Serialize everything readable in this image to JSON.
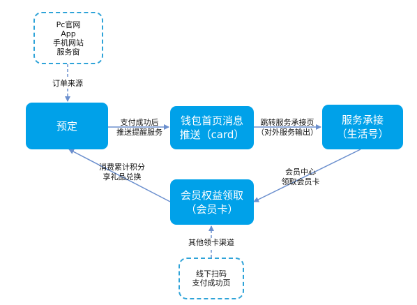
{
  "colors": {
    "node_fill": "#00a1e9",
    "node_text": "#ffffff",
    "connector": "#6b8fce",
    "dashed_border": "#2ea3d8",
    "label_text": "#111111"
  },
  "top_source": {
    "lines": [
      "Pc官网",
      "App",
      "手机网站",
      "服务窗"
    ]
  },
  "bottom_source": {
    "lines": [
      "线下扫码",
      "支付成功页"
    ]
  },
  "nodes": {
    "booking": {
      "lines": [
        "预定"
      ]
    },
    "wallet_push": {
      "lines": [
        "钱包首页消息",
        "推送（card）"
      ]
    },
    "service": {
      "lines": [
        "服务承接",
        "（生活号）"
      ]
    },
    "member_benefit": {
      "lines": [
        "会员权益领取",
        "（会员卡）"
      ]
    }
  },
  "edge_labels": {
    "order_source": {
      "lines": [
        "订单来源"
      ]
    },
    "pay_success": {
      "lines": [
        "支付成功后",
        "推送提醒服务"
      ]
    },
    "jump_service": {
      "lines": [
        "跳转服务承接页",
        "（对外服务输出）"
      ]
    },
    "member_center": {
      "lines": [
        "会员中心",
        "领取会员卡"
      ]
    },
    "consume_points": {
      "lines": [
        "消费累计积分",
        "享礼品兑换"
      ]
    },
    "other_channel": {
      "lines": [
        "其他领卡渠道"
      ]
    }
  }
}
